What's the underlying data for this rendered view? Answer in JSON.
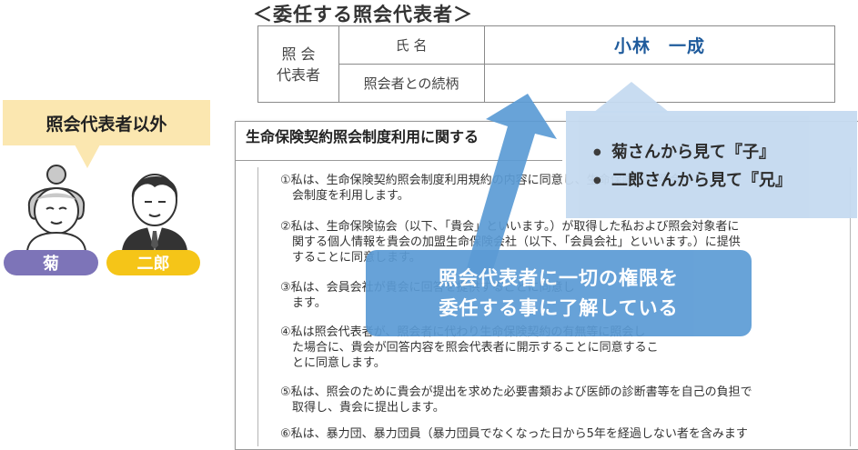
{
  "heading": "＜委任する照会代表者＞",
  "rep_table": {
    "header_line1": "照 会",
    "header_line2": "代表者",
    "row1_label": "氏 名",
    "row1_value": "小林　一成",
    "row2_label": "照会者との続柄",
    "row2_value": ""
  },
  "document": {
    "title": "生命保険契約照会制度利用に関する",
    "clauses": [
      "①私は、生命保険契約照会制度利用規約の内容に同意し、生命保険契約照会\n　会制度を利用します。",
      "②私は、生命保険協会（以下、「貴会」といいます。）が取得した私および照会対象者に\n　関する個人情報を貴会の加盟生命保険会社（以下、「会員会社」といいます。）に提供\n　することに同意します。",
      "③私は、会員会社が貴会に回答を提供することに同意し\n　ます。",
      "④私は照会代表者が、照会者に代わり生命保険契約の有無等に照会し\n　た場合に、貴会が回答内容を照会代表者に開示することに同意するこ\n　とに同意します。",
      "⑤私は、照会のために貴会が提出を求めた必要書類および医師の診断書等を自己の負担で\n　取得し、貴会に提出します。",
      "⑥私は、暴力団、暴力団員（暴力団員でなくなった日から5年を経過しない者を含みます"
    ]
  },
  "callout": {
    "items": [
      "菊さんから見て『子』",
      "二郎さんから見て『兄』"
    ]
  },
  "banner": {
    "line1": "照会代表者に一切の権限を",
    "line2": "委任する事に了解している"
  },
  "speech_bubble": "照会代表者以外",
  "people": {
    "kiku": "菊",
    "jiro": "二郎"
  },
  "colors": {
    "accent_blue": "#1f5b9c",
    "callout_blue": "#c5daf0",
    "banner_blue": "#5b9bd5",
    "speech_yellow": "#fbe7b0",
    "kiku_purple": "#7d74b8",
    "jiro_yellow": "#f5c518"
  }
}
